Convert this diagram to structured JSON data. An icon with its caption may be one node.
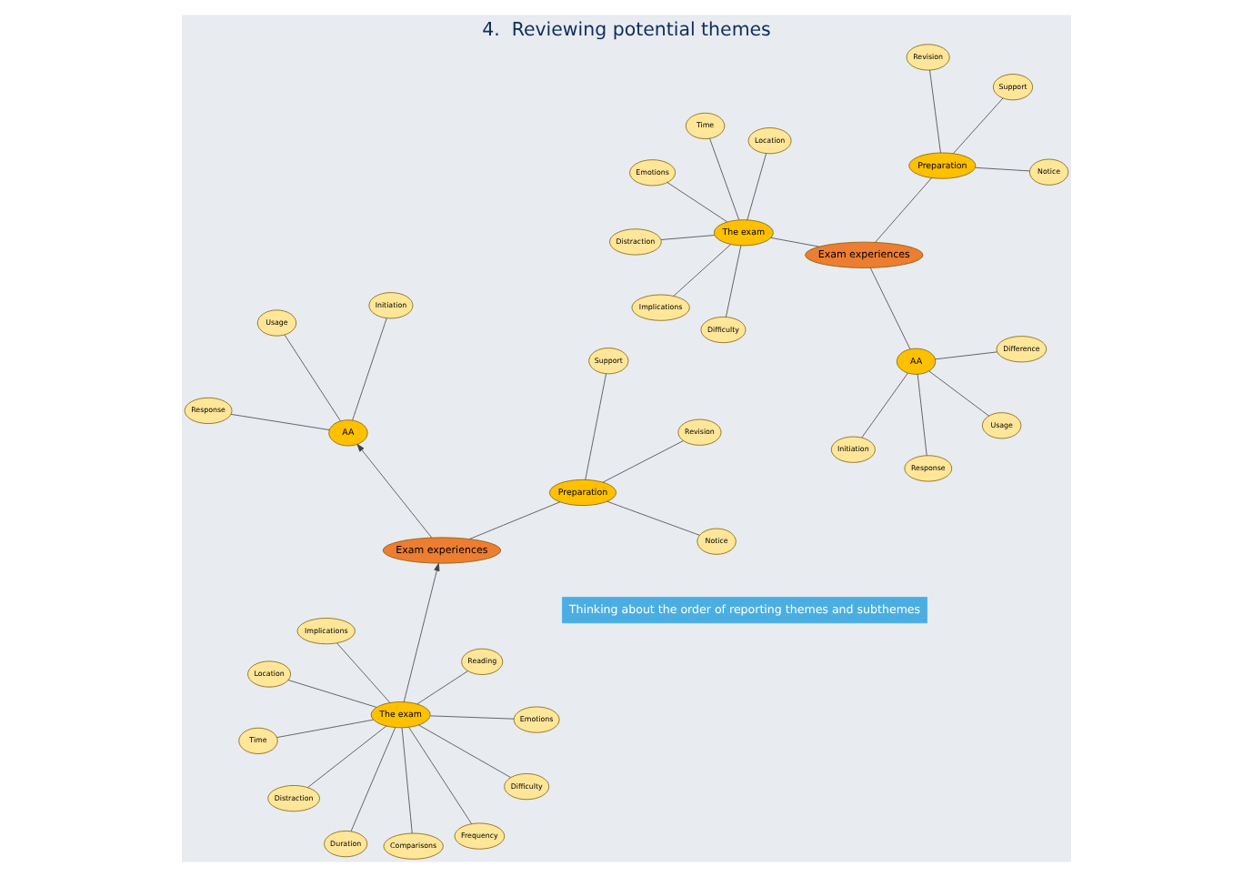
{
  "diagram": {
    "title": "4.  Reviewing potential themes",
    "caption": "Thinking about the order of reporting themes and subthemes",
    "nodes": [
      {
        "text": [
          "The exam"
        ]
      },
      {
        "text": [
          "Location"
        ]
      },
      {
        "text": [
          "Difficulty"
        ]
      },
      {
        "text": [
          "Emotions"
        ]
      },
      {
        "text": [
          "Time"
        ]
      },
      {
        "text": [
          "Distraction"
        ]
      },
      {
        "text": [
          "Implications"
        ]
      },
      {
        "text": [
          "Exam experiences"
        ]
      },
      {
        "text": [
          "Revision"
        ]
      },
      {
        "text": [
          "Preparation"
        ]
      },
      {
        "text": [
          "Initiation"
        ]
      },
      {
        "text": [
          "AA"
        ]
      },
      {
        "text": [
          "Difference"
        ]
      },
      {
        "text": [
          "Notice"
        ]
      },
      {
        "text": [
          "Support"
        ]
      },
      {
        "text": [
          "Response"
        ]
      },
      {
        "text": [
          "Usage"
        ]
      },
      {
        "text": [
          "Time"
        ]
      },
      {
        "text": [
          "Emotions"
        ]
      },
      {
        "text": [
          "Duration"
        ]
      },
      {
        "text": [
          "Implications"
        ]
      },
      {
        "text": [
          "Reading"
        ]
      },
      {
        "text": [
          "Location"
        ]
      },
      {
        "text": [
          "The exam"
        ]
      },
      {
        "text": [
          "Difficulty"
        ]
      },
      {
        "text": [
          "Distraction"
        ]
      },
      {
        "text": [
          "Frequency"
        ]
      },
      {
        "text": [
          "Comparisons"
        ]
      },
      {
        "text": [
          "Exam experiences"
        ]
      },
      {
        "text": [
          "Revision"
        ]
      },
      {
        "text": [
          "Initiation"
        ]
      },
      {
        "text": [
          "Preparation"
        ]
      },
      {
        "text": [
          "AA"
        ]
      },
      {
        "text": [
          "Notice"
        ]
      },
      {
        "text": [
          "Support"
        ]
      },
      {
        "text": [
          "Response"
        ]
      },
      {
        "text": [
          "Usage"
        ]
      }
    ],
    "edges": [
      {
        "from": 0,
        "to": 1,
        "arrow": "none"
      },
      {
        "from": 0,
        "to": 2,
        "arrow": "none"
      },
      {
        "from": 0,
        "to": 3,
        "arrow": "none"
      },
      {
        "from": 0,
        "to": 4,
        "arrow": "none"
      },
      {
        "from": 0,
        "to": 5,
        "arrow": "none"
      },
      {
        "from": 0,
        "to": 6,
        "arrow": "none"
      },
      {
        "from": 0,
        "to": 7,
        "arrow": "none"
      },
      {
        "from": 7,
        "to": 9,
        "arrow": "none"
      },
      {
        "from": 7,
        "to": 11,
        "arrow": "none"
      },
      {
        "from": 9,
        "to": 8,
        "arrow": "none"
      },
      {
        "from": 9,
        "to": 13,
        "arrow": "none"
      },
      {
        "from": 9,
        "to": 14,
        "arrow": "none"
      },
      {
        "from": 11,
        "to": 10,
        "arrow": "none"
      },
      {
        "from": 11,
        "to": 12,
        "arrow": "none"
      },
      {
        "from": 11,
        "to": 15,
        "arrow": "none"
      },
      {
        "from": 11,
        "to": 16,
        "arrow": "none"
      },
      {
        "from": 23,
        "to": 17,
        "arrow": "none"
      },
      {
        "from": 23,
        "to": 18,
        "arrow": "none"
      },
      {
        "from": 23,
        "to": 19,
        "arrow": "none"
      },
      {
        "from": 23,
        "to": 20,
        "arrow": "none"
      },
      {
        "from": 23,
        "to": 21,
        "arrow": "none"
      },
      {
        "from": 23,
        "to": 22,
        "arrow": "none"
      },
      {
        "from": 23,
        "to": 24,
        "arrow": "none"
      },
      {
        "from": 23,
        "to": 25,
        "arrow": "none"
      },
      {
        "from": 23,
        "to": 26,
        "arrow": "none"
      },
      {
        "from": 23,
        "to": 27,
        "arrow": "none"
      },
      {
        "from": 23,
        "to": 28,
        "arrow": "to"
      },
      {
        "from": 28,
        "to": 31,
        "arrow": "none"
      },
      {
        "from": 28,
        "to": 32,
        "arrow": "to"
      },
      {
        "from": 31,
        "to": 29,
        "arrow": "none"
      },
      {
        "from": 31,
        "to": 33,
        "arrow": "none"
      },
      {
        "from": 31,
        "to": 34,
        "arrow": "none"
      },
      {
        "from": 32,
        "to": 30,
        "arrow": "none"
      },
      {
        "from": 32,
        "to": 35,
        "arrow": "none"
      },
      {
        "from": 32,
        "to": 36,
        "arrow": "none"
      }
    ]
  }
}
